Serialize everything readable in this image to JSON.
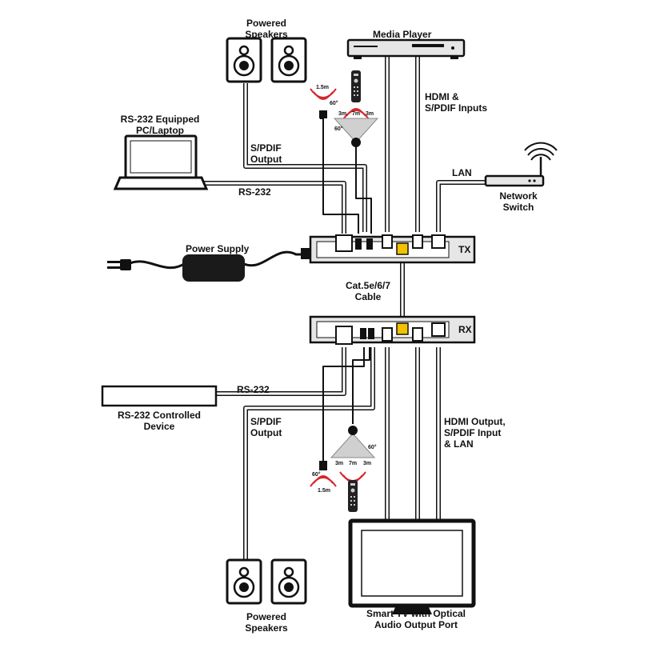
{
  "labels": {
    "powered_speakers_top": [
      "Powered",
      "Speakers"
    ],
    "media_player": "Media Player",
    "rs232_pc": [
      "RS-232 Equipped",
      "PC/Laptop"
    ],
    "spdif_output_top": [
      "S/PDIF",
      "Output"
    ],
    "hdmi_spdif_inputs": [
      "HDMI &",
      "S/PDIF Inputs"
    ],
    "lan": "LAN",
    "network_switch": [
      "Network",
      "Switch"
    ],
    "rs232_top": "RS-232",
    "power_supply": "Power Supply",
    "tx": "TX",
    "cat_cable": [
      "Cat.5e/6/7",
      "Cable"
    ],
    "rx": "RX",
    "rs232_bottom": "RS-232",
    "rs232_device": [
      "RS-232 Controlled",
      "Device"
    ],
    "spdif_output_bottom": [
      "S/PDIF",
      "Output"
    ],
    "hdmi_output": [
      "HDMI Output,",
      "S/PDIF Input",
      "& LAN"
    ],
    "smart_tv": [
      "Smart TV with Optical",
      "Audio Output Port"
    ],
    "powered_speakers_bottom": [
      "Powered",
      "Speakers"
    ]
  },
  "ir": {
    "eye_distance": "1.5m",
    "eye_angle": "60°",
    "blaster_side_left": "3m",
    "blaster_center": "7m",
    "blaster_side_right": "3m",
    "blaster_angle": "60°"
  },
  "colors": {
    "line": "#111111",
    "cable_fill": "#ffffff",
    "device_fill": "#e6e6e6",
    "ir_red": "#d6262b"
  },
  "icons": {
    "speaker": "speaker-icon",
    "laptop": "laptop-icon",
    "media_player": "media-player-icon",
    "router": "network-switch-icon",
    "power_adapter": "power-adapter-icon",
    "remote": "remote-control-icon",
    "ir_eye": "ir-receiver-icon",
    "ir_blaster": "ir-blaster-icon",
    "tv": "tv-icon"
  }
}
